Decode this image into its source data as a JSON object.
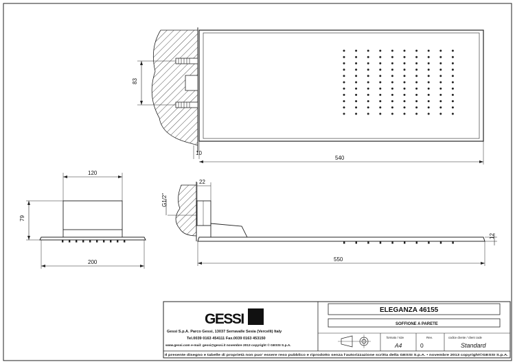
{
  "drawing": {
    "dimensions": {
      "top_h83": "83",
      "top_w10": "10",
      "top_w540": "540",
      "side_w120": "120",
      "side_h79": "79",
      "side_w200": "200",
      "right_w22": "22",
      "right_thread": "G1/2\"",
      "right_w550": "550",
      "right_h12": "12"
    }
  },
  "title_block": {
    "logo_text": "GESSI",
    "company_line": "Gessi S.p.A. Parco Gessi, 13037 Serravalle Sesia (Vercelli) Italy",
    "phone_line": "Tel.0039 0163 454111 Fax.0039 0163 453150",
    "web_line": "www.gessi.com  e-mail: gessi@gessi.it  novembre 2013  copyright © GESSI S.p.A.",
    "product_title": "ELEGANZA 46155",
    "product_subtitle": "SOFFIONE A PARETE",
    "format_label": "formato / size",
    "format_value": "A4",
    "rev_label": "Rev.",
    "rev_value": "0",
    "client_code_label": "codice cliente / client code",
    "client_code_value": "Standard",
    "disclaimer": "Il presente disegno e tabelle di proprietà non puo' essere reso pubblico e riprodotto senza l'autorizzazione scritta della GESSI S.p.A. • novembre 2013 copyright©GESSI S.p.A."
  }
}
